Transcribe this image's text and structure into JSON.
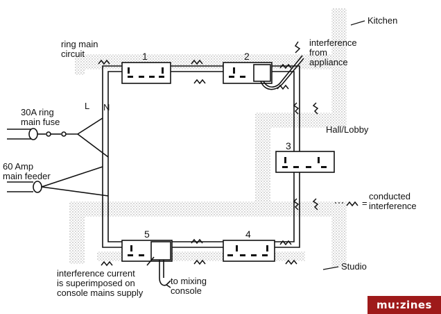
{
  "labels": {
    "kitchen": "Kitchen",
    "ring_main_circuit": "ring main\ncircuit",
    "interference_from_appliance": "interference\nfrom\nappliance",
    "hall_lobby": "Hall/Lobby",
    "fuse": "30A ring\nmain fuse",
    "feeder": "60 Amp\nmain feeder",
    "live": "L",
    "neutral": "N",
    "conducted_interference": "conducted\ninterference",
    "conducted_equals": "=",
    "studio": "Studio",
    "interference_current": "interference current\nis superimposed on\nconsole mains supply",
    "to_mixing_console": "to mixing\nconsole"
  },
  "sockets": [
    "1",
    "2",
    "3",
    "4",
    "5"
  ],
  "brand": "mu:zines"
}
